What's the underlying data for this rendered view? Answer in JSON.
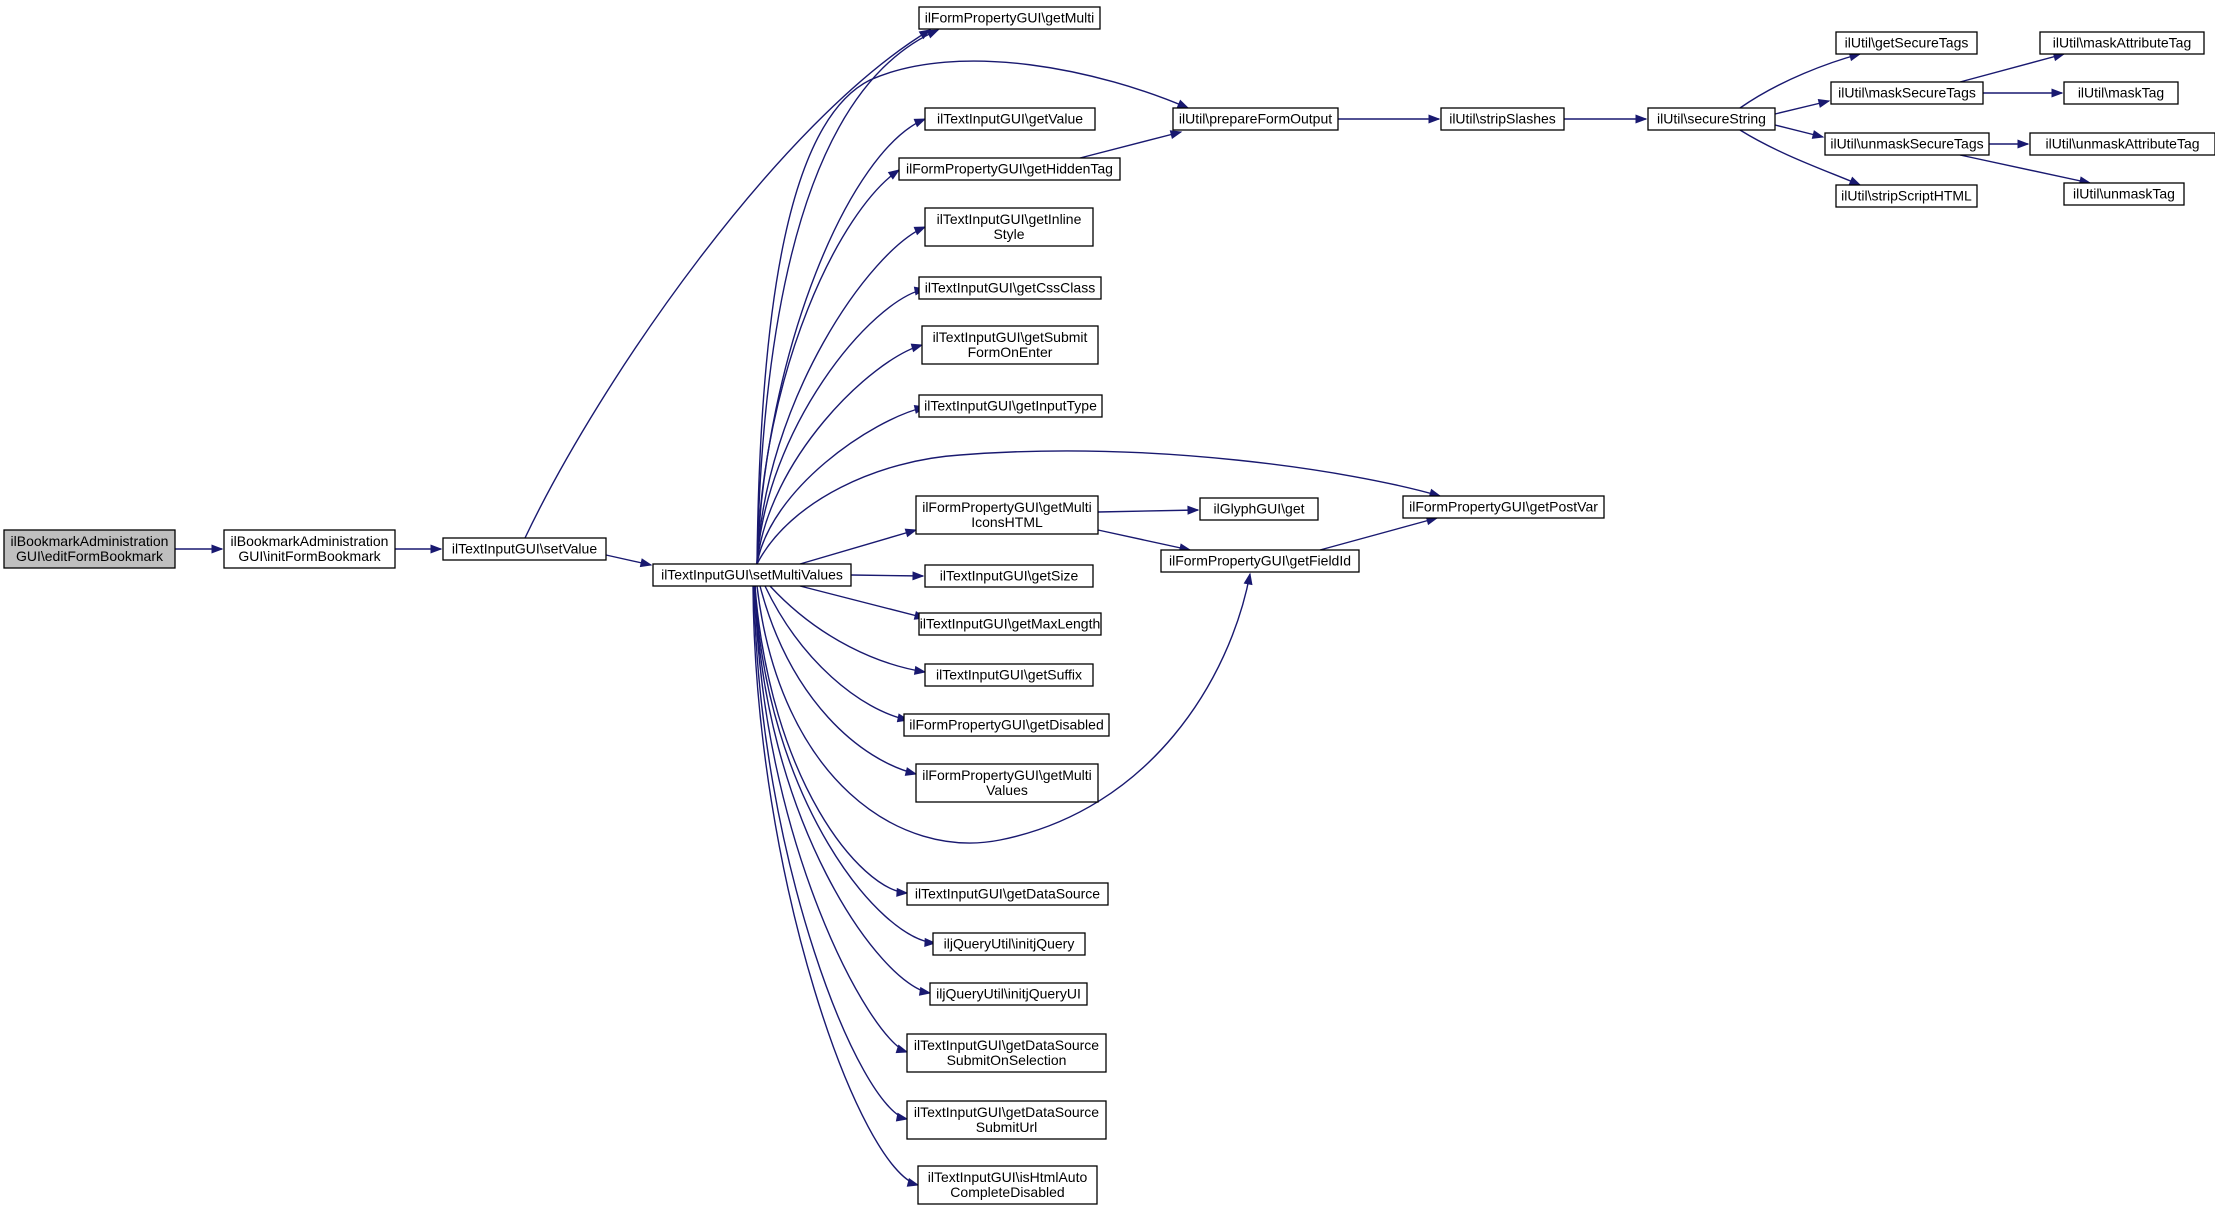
{
  "diagram": {
    "type": "call-graph",
    "colors": {
      "edge": "#191970",
      "root_fill": "#bfbfbf",
      "node_fill": "#ffffff",
      "border": "#000000"
    },
    "nodes": [
      {
        "id": "editFormBookmark",
        "lines": [
          "ilBookmarkAdministration",
          "GUI\\editFormBookmark"
        ],
        "root": true
      },
      {
        "id": "initFormBookmark",
        "lines": [
          "ilBookmarkAdministration",
          "GUI\\initFormBookmark"
        ]
      },
      {
        "id": "setValue",
        "lines": [
          "ilTextInputGUI\\setValue"
        ]
      },
      {
        "id": "setMultiValues",
        "lines": [
          "ilTextInputGUI\\setMultiValues"
        ]
      },
      {
        "id": "getMulti",
        "lines": [
          "ilFormPropertyGUI\\getMulti"
        ]
      },
      {
        "id": "getValue",
        "lines": [
          "ilTextInputGUI\\getValue"
        ]
      },
      {
        "id": "getHiddenTag",
        "lines": [
          "ilFormPropertyGUI\\getHiddenTag"
        ]
      },
      {
        "id": "getInlineStyle",
        "lines": [
          "ilTextInputGUI\\getInline",
          "Style"
        ]
      },
      {
        "id": "getCssClass",
        "lines": [
          "ilTextInputGUI\\getCssClass"
        ]
      },
      {
        "id": "getSubmitFormOnEnter",
        "lines": [
          "ilTextInputGUI\\getSubmit",
          "FormOnEnter"
        ]
      },
      {
        "id": "getInputType",
        "lines": [
          "ilTextInputGUI\\getInputType"
        ]
      },
      {
        "id": "getMultiIconsHTML",
        "lines": [
          "ilFormPropertyGUI\\getMulti",
          "IconsHTML"
        ]
      },
      {
        "id": "getSize",
        "lines": [
          "ilTextInputGUI\\getSize"
        ]
      },
      {
        "id": "getMaxLength",
        "lines": [
          "ilTextInputGUI\\getMaxLength"
        ]
      },
      {
        "id": "getSuffix",
        "lines": [
          "ilTextInputGUI\\getSuffix"
        ]
      },
      {
        "id": "getDisabled",
        "lines": [
          "ilFormPropertyGUI\\getDisabled"
        ]
      },
      {
        "id": "getMultiValues",
        "lines": [
          "ilFormPropertyGUI\\getMulti",
          "Values"
        ]
      },
      {
        "id": "getDataSource",
        "lines": [
          "ilTextInputGUI\\getDataSource"
        ]
      },
      {
        "id": "initjQuery",
        "lines": [
          "iljQueryUtil\\initjQuery"
        ]
      },
      {
        "id": "initjQueryUI",
        "lines": [
          "iljQueryUtil\\initjQueryUI"
        ]
      },
      {
        "id": "getDataSourceSubmitOnSelection",
        "lines": [
          "ilTextInputGUI\\getDataSource",
          "SubmitOnSelection"
        ]
      },
      {
        "id": "getDataSourceSubmitUrl",
        "lines": [
          "ilTextInputGUI\\getDataSource",
          "SubmitUrl"
        ]
      },
      {
        "id": "isHtmlAutoCompleteDisabled",
        "lines": [
          "ilTextInputGUI\\isHtmlAuto",
          "CompleteDisabled"
        ]
      },
      {
        "id": "prepareFormOutput",
        "lines": [
          "ilUtil\\prepareFormOutput"
        ]
      },
      {
        "id": "stripSlashes",
        "lines": [
          "ilUtil\\stripSlashes"
        ]
      },
      {
        "id": "secureString",
        "lines": [
          "ilUtil\\secureString"
        ]
      },
      {
        "id": "getSecureTags",
        "lines": [
          "ilUtil\\getSecureTags"
        ]
      },
      {
        "id": "maskSecureTags",
        "lines": [
          "ilUtil\\maskSecureTags"
        ]
      },
      {
        "id": "unmaskSecureTags",
        "lines": [
          "ilUtil\\unmaskSecureTags"
        ]
      },
      {
        "id": "stripScriptHTML",
        "lines": [
          "ilUtil\\stripScriptHTML"
        ]
      },
      {
        "id": "maskAttributeTag",
        "lines": [
          "ilUtil\\maskAttributeTag"
        ]
      },
      {
        "id": "maskTag",
        "lines": [
          "ilUtil\\maskTag"
        ]
      },
      {
        "id": "unmaskAttributeTag",
        "lines": [
          "ilUtil\\unmaskAttributeTag"
        ]
      },
      {
        "id": "unmaskTag",
        "lines": [
          "ilUtil\\unmaskTag"
        ]
      },
      {
        "id": "glyphGet",
        "lines": [
          "ilGlyphGUI\\get"
        ]
      },
      {
        "id": "getFieldId",
        "lines": [
          "ilFormPropertyGUI\\getFieldId"
        ]
      },
      {
        "id": "getPostVar",
        "lines": [
          "ilFormPropertyGUI\\getPostVar"
        ]
      }
    ],
    "edges": [
      {
        "from": "editFormBookmark",
        "to": "initFormBookmark"
      },
      {
        "from": "initFormBookmark",
        "to": "setValue"
      },
      {
        "from": "setValue",
        "to": "setMultiValues"
      },
      {
        "from": "setValue",
        "to": "getMulti"
      },
      {
        "from": "setMultiValues",
        "to": "getMulti"
      },
      {
        "from": "setMultiValues",
        "to": "prepareFormOutput"
      },
      {
        "from": "setMultiValues",
        "to": "getValue"
      },
      {
        "from": "setMultiValues",
        "to": "getHiddenTag"
      },
      {
        "from": "setMultiValues",
        "to": "getInlineStyle"
      },
      {
        "from": "setMultiValues",
        "to": "getCssClass"
      },
      {
        "from": "setMultiValues",
        "to": "getSubmitFormOnEnter"
      },
      {
        "from": "setMultiValues",
        "to": "getInputType"
      },
      {
        "from": "setMultiValues",
        "to": "getPostVar"
      },
      {
        "from": "setMultiValues",
        "to": "getMultiIconsHTML"
      },
      {
        "from": "setMultiValues",
        "to": "getSize"
      },
      {
        "from": "setMultiValues",
        "to": "getMaxLength"
      },
      {
        "from": "setMultiValues",
        "to": "getSuffix"
      },
      {
        "from": "setMultiValues",
        "to": "getDisabled"
      },
      {
        "from": "setMultiValues",
        "to": "getMultiValues"
      },
      {
        "from": "setMultiValues",
        "to": "getFieldId"
      },
      {
        "from": "setMultiValues",
        "to": "getDataSource"
      },
      {
        "from": "setMultiValues",
        "to": "initjQuery"
      },
      {
        "from": "setMultiValues",
        "to": "initjQueryUI"
      },
      {
        "from": "setMultiValues",
        "to": "getDataSourceSubmitOnSelection"
      },
      {
        "from": "setMultiValues",
        "to": "getDataSourceSubmitUrl"
      },
      {
        "from": "setMultiValues",
        "to": "isHtmlAutoCompleteDisabled"
      },
      {
        "from": "getHiddenTag",
        "to": "prepareFormOutput"
      },
      {
        "from": "prepareFormOutput",
        "to": "stripSlashes"
      },
      {
        "from": "stripSlashes",
        "to": "secureString"
      },
      {
        "from": "secureString",
        "to": "getSecureTags"
      },
      {
        "from": "secureString",
        "to": "maskSecureTags"
      },
      {
        "from": "secureString",
        "to": "unmaskSecureTags"
      },
      {
        "from": "secureString",
        "to": "stripScriptHTML"
      },
      {
        "from": "maskSecureTags",
        "to": "maskAttributeTag"
      },
      {
        "from": "maskSecureTags",
        "to": "maskTag"
      },
      {
        "from": "unmaskSecureTags",
        "to": "unmaskAttributeTag"
      },
      {
        "from": "unmaskSecureTags",
        "to": "unmaskTag"
      },
      {
        "from": "getMultiIconsHTML",
        "to": "glyphGet"
      },
      {
        "from": "getMultiIconsHTML",
        "to": "getFieldId"
      },
      {
        "from": "getFieldId",
        "to": "getPostVar"
      }
    ]
  }
}
